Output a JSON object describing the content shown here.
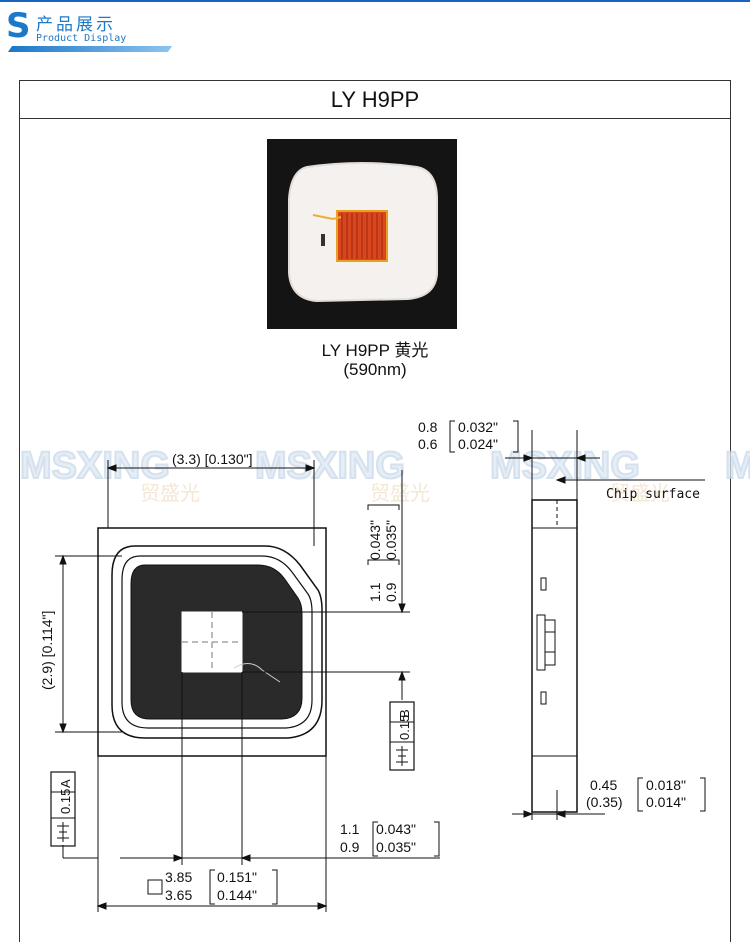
{
  "header": {
    "initial": "S",
    "title_cn": "产品展示",
    "title_en": "Product Display"
  },
  "product": {
    "title": "LY H9PP",
    "caption_name": "LY H9PP 黄光",
    "caption_wavelength": "(590nm)"
  },
  "watermark": {
    "brand": "MSXING",
    "brand_cn": "贸盛光"
  },
  "dimensions": {
    "top_width": "(3.3) [0.130\"]",
    "left_height": "(2.9) [0.114\"]",
    "pad_height_mm_max": "1.1",
    "pad_height_mm_min": "0.9",
    "pad_height_in_max": "0.043\"",
    "pad_height_in_min": "0.035\"",
    "tol_b": "0.15",
    "ref_b": "B",
    "tol_a": "0.15",
    "ref_a": "A",
    "pad_width_mm_max": "1.1",
    "pad_width_mm_min": "0.9",
    "pad_width_in_max": "0.043\"",
    "pad_width_in_min": "0.035\"",
    "size_mm_max": "3.85",
    "size_mm_min": "3.65",
    "size_in_max": "0.151\"",
    "size_in_min": "0.144\"",
    "lens_mm_max": "0.8",
    "lens_mm_min": "0.6",
    "lens_in_max": "0.032\"",
    "lens_in_min": "0.024\"",
    "chip_surface": "Chip surface",
    "base_mm_max": "0.45",
    "base_mm_min": "(0.35)",
    "base_in_max": "0.018\"",
    "base_in_min": "0.014\""
  }
}
